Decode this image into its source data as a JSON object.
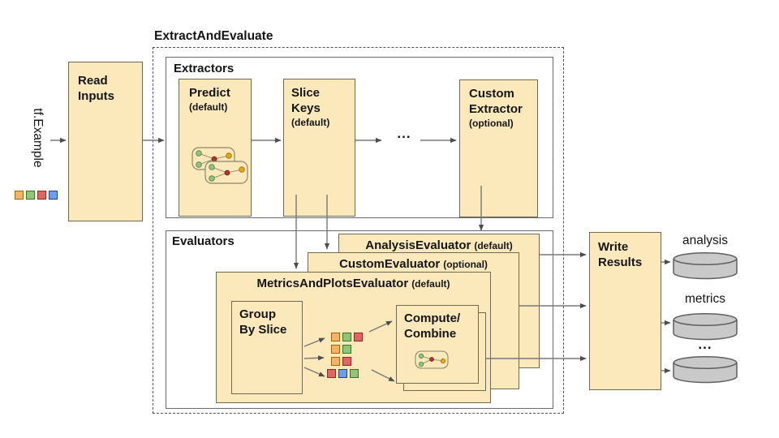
{
  "title": "ExtractAndEvaluate",
  "input": {
    "label": "tf.Example",
    "squares": [
      "orange",
      "green",
      "red",
      "blue"
    ]
  },
  "read_inputs": {
    "line1": "Read",
    "line2": "Inputs"
  },
  "extractors": {
    "label": "Extractors",
    "predict": {
      "name": "Predict",
      "qualifier": "(default)"
    },
    "slice_keys": {
      "line1": "Slice",
      "line2": "Keys",
      "qualifier": "(default)"
    },
    "ellipsis": "...",
    "custom_extractor": {
      "line1": "Custom",
      "line2": "Extractor",
      "qualifier": "(optional)"
    }
  },
  "evaluators": {
    "label": "Evaluators",
    "stack": [
      {
        "name": "AnalysisEvaluator",
        "qualifier": "(default)"
      },
      {
        "name": "CustomEvaluator",
        "qualifier": "(optional)"
      },
      {
        "name": "MetricsAndPlotsEvaluator",
        "qualifier": "(default)"
      }
    ],
    "group_by_slice": {
      "line1": "Group",
      "line2": "By Slice"
    },
    "compute_combine": {
      "line1": "Compute/",
      "line2": "Combine"
    }
  },
  "slice_grid": {
    "rows": [
      [
        "orange",
        "green",
        "red"
      ],
      [
        "orange",
        "green"
      ],
      [
        "orange",
        "red"
      ],
      [
        "red",
        "blue",
        "green"
      ]
    ]
  },
  "write_results": {
    "line1": "Write",
    "line2": "Results"
  },
  "outputs": [
    {
      "label": "analysis"
    },
    {
      "label": "metrics"
    },
    {
      "label": "..."
    }
  ],
  "colors": {
    "orange": {
      "fill": "#f6b26b",
      "stroke": "#a0660b"
    },
    "green": {
      "fill": "#93c47d",
      "stroke": "#38761d"
    },
    "red": {
      "fill": "#e06666",
      "stroke": "#8f2a1d"
    },
    "blue": {
      "fill": "#6d9eeb",
      "stroke": "#1c4587"
    },
    "box_fill": "#fbe9bc",
    "box_stroke": "#6e6950",
    "container_stroke": "#6a6a6a",
    "cylinder_fill": "#c9c9c9",
    "cylinder_stroke": "#5f5f5f",
    "arrow": "#787878"
  }
}
